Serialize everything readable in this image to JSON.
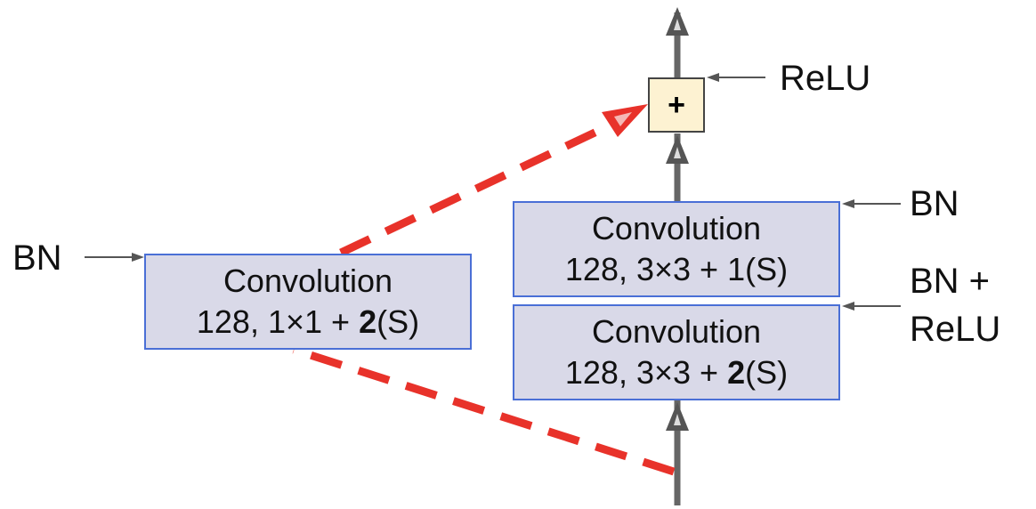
{
  "shortcut_conv": {
    "title": "Convolution",
    "params_prefix": "128, 1×1 + ",
    "params_bold": "2",
    "params_suffix": "(S)"
  },
  "conv_top": {
    "title": "Convolution",
    "params": "128, 3×3 + 1(S)"
  },
  "conv_bottom": {
    "title": "Convolution",
    "params_prefix": "128, 3×3 + ",
    "params_bold": "2",
    "params_suffix": "(S)"
  },
  "add_node": {
    "symbol": "+"
  },
  "labels": {
    "relu": "ReLU",
    "bn_top": "BN",
    "bn_relu_line1": "BN +",
    "bn_relu_line2": "ReLU",
    "bn_left": "BN"
  },
  "colors": {
    "shortcut_dash": "#e8322a",
    "main_flow": "#666666",
    "box_fill": "#d9d9e8",
    "box_border": "#4a6fd6",
    "add_fill": "#fdf2d2"
  }
}
